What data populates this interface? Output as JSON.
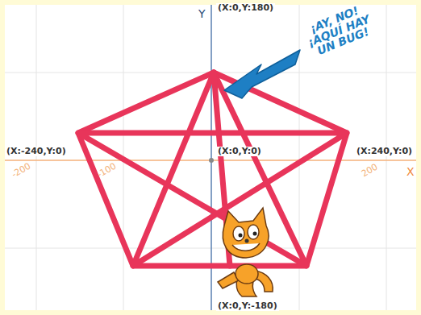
{
  "diagram": {
    "labels": [
      "(X:0,Y:180)",
      "Y",
      "(X:-240,Y:0)",
      "(X:0,Y:0)",
      "(X:240,Y:0)",
      "-200",
      "-100",
      "200",
      "X",
      "(X:0,Y:-180)",
      "¡AY, NO! ¡AQUÍ HAY UN BUG!"
    ]
  }
}
